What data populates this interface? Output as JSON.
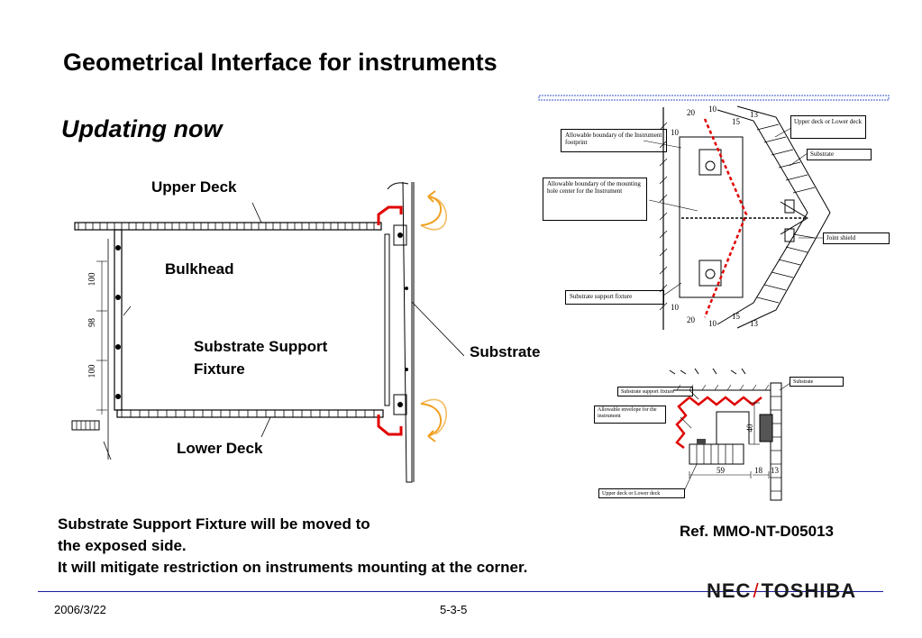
{
  "title": "Geometrical Interface for instruments",
  "subtitle": "Updating now",
  "left_diagram": {
    "upper_deck": "Upper Deck",
    "bulkhead": "Bulkhead",
    "support_line1": "Substrate Support",
    "support_line2": "Fixture",
    "lower_deck": "Lower Deck",
    "substrate": "Substrate",
    "dim_top": "100",
    "dim_mid": "98",
    "dim_bottom": "100"
  },
  "top_right_diagram": {
    "boundary_footprint": "Allowable boundary of the Instrument footprint",
    "boundary_hole": "Allowable boundary of the mounting hole center for the Instrument",
    "support_fixture": "Substrate support fixture",
    "upper_lower_deck": "Upper deck or Lower deck",
    "substrate": "Substrate",
    "joint_shield": "Joint shield",
    "dims": [
      "20",
      "10",
      "15",
      "13",
      "10",
      "10",
      "20",
      "10",
      "15",
      "13"
    ]
  },
  "bottom_right_diagram": {
    "support_fixture": "Substrate support fixture",
    "envelope": "Allowable envelope for the instrument",
    "substrate": "Substrate",
    "deck": "Upper deck or Lower deck",
    "dim_height": "40",
    "dim_width": "59",
    "dim_right": "18",
    "dim_right2": "13"
  },
  "body": {
    "line1": "Substrate Support Fixture will be moved to",
    "line2": "the exposed side.",
    "line3": "It will mitigate restriction on instruments mounting at the corner."
  },
  "reference": "Ref. MMO-NT-D05013",
  "footer": {
    "date": "2006/3/22",
    "page": "5-3-5",
    "logo_left": "NEC",
    "logo_right": "TOSHIBA"
  },
  "colors": {
    "accent_red": "#e00000",
    "arrow_orange": "#f0a020",
    "footer_blue": "#1a1aa0"
  }
}
